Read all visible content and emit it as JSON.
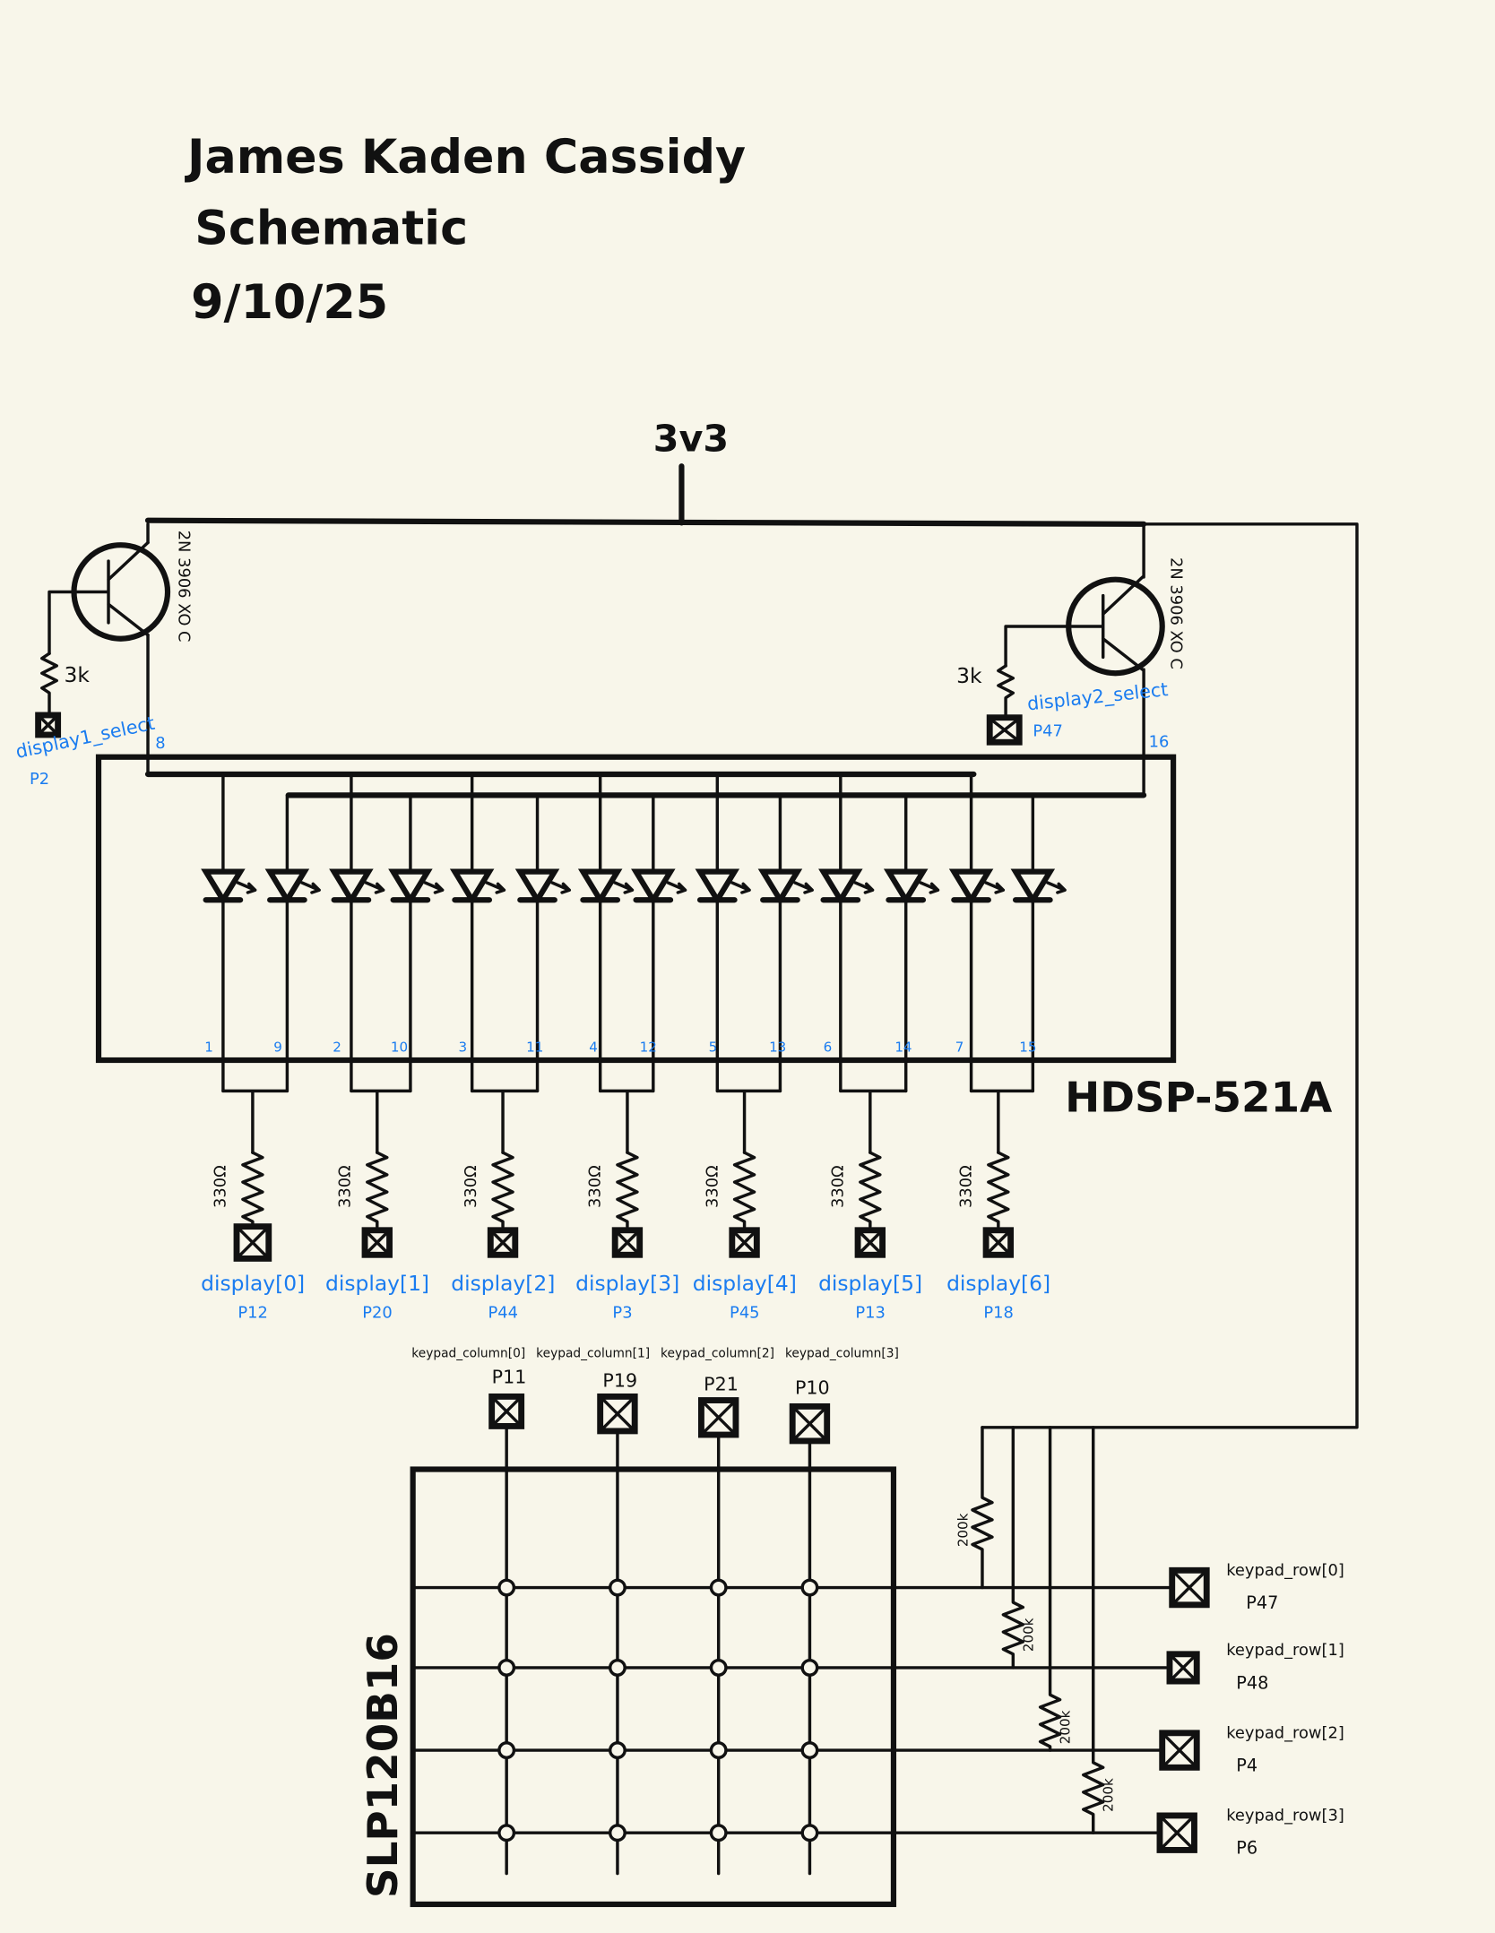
{
  "header": {
    "author": "James Kaden Cassidy",
    "doc_type": "Schematic",
    "date": "9/10/25"
  },
  "supply": "3v3",
  "transistors": [
    {
      "part": "2N 3906 XO C",
      "base_resistor": "3k",
      "signal": "display1_select",
      "pin": "P2",
      "display_pin": "8"
    },
    {
      "part": "2N 3906 XO C",
      "base_resistor": "3k",
      "signal": "display2_select",
      "pin": "P47",
      "display_pin": "16"
    }
  ],
  "display": {
    "part": "HDSP-521A",
    "led_pins": [
      "1",
      "9",
      "2",
      "10",
      "3",
      "11",
      "4",
      "12",
      "5",
      "13",
      "6",
      "14",
      "7",
      "15"
    ]
  },
  "segments": [
    {
      "resistor": "330Ω",
      "signal": "display[0]",
      "pin": "P12"
    },
    {
      "resistor": "330Ω",
      "signal": "display[1]",
      "pin": "P20"
    },
    {
      "resistor": "330Ω",
      "signal": "display[2]",
      "pin": "P44"
    },
    {
      "resistor": "330Ω",
      "signal": "display[3]",
      "pin": "P3"
    },
    {
      "resistor": "330Ω",
      "signal": "display[4]",
      "pin": "P45"
    },
    {
      "resistor": "330Ω",
      "signal": "display[5]",
      "pin": "P13"
    },
    {
      "resistor": "330Ω",
      "signal": "display[6]",
      "pin": "P18"
    }
  ],
  "keypad": {
    "part": "SLP120B16",
    "columns": [
      {
        "signal": "keypad_column[0]",
        "pin": "P11"
      },
      {
        "signal": "keypad_column[1]",
        "pin": "P19"
      },
      {
        "signal": "keypad_column[2]",
        "pin": "P21"
      },
      {
        "signal": "keypad_column[3]",
        "pin": "P10"
      }
    ],
    "rows": [
      {
        "signal": "keypad_row[0]",
        "pin": "P47",
        "pullup": "200k"
      },
      {
        "signal": "keypad_row[1]",
        "pin": "P48",
        "pullup": "200k"
      },
      {
        "signal": "keypad_row[2]",
        "pin": "P4",
        "pullup": "200k"
      },
      {
        "signal": "keypad_row[3]",
        "pin": "P6",
        "pullup": "200k"
      }
    ]
  },
  "colors": {
    "ink": "#111111",
    "net_label": "#1a7cf0",
    "paper": "#f8f6ea"
  }
}
